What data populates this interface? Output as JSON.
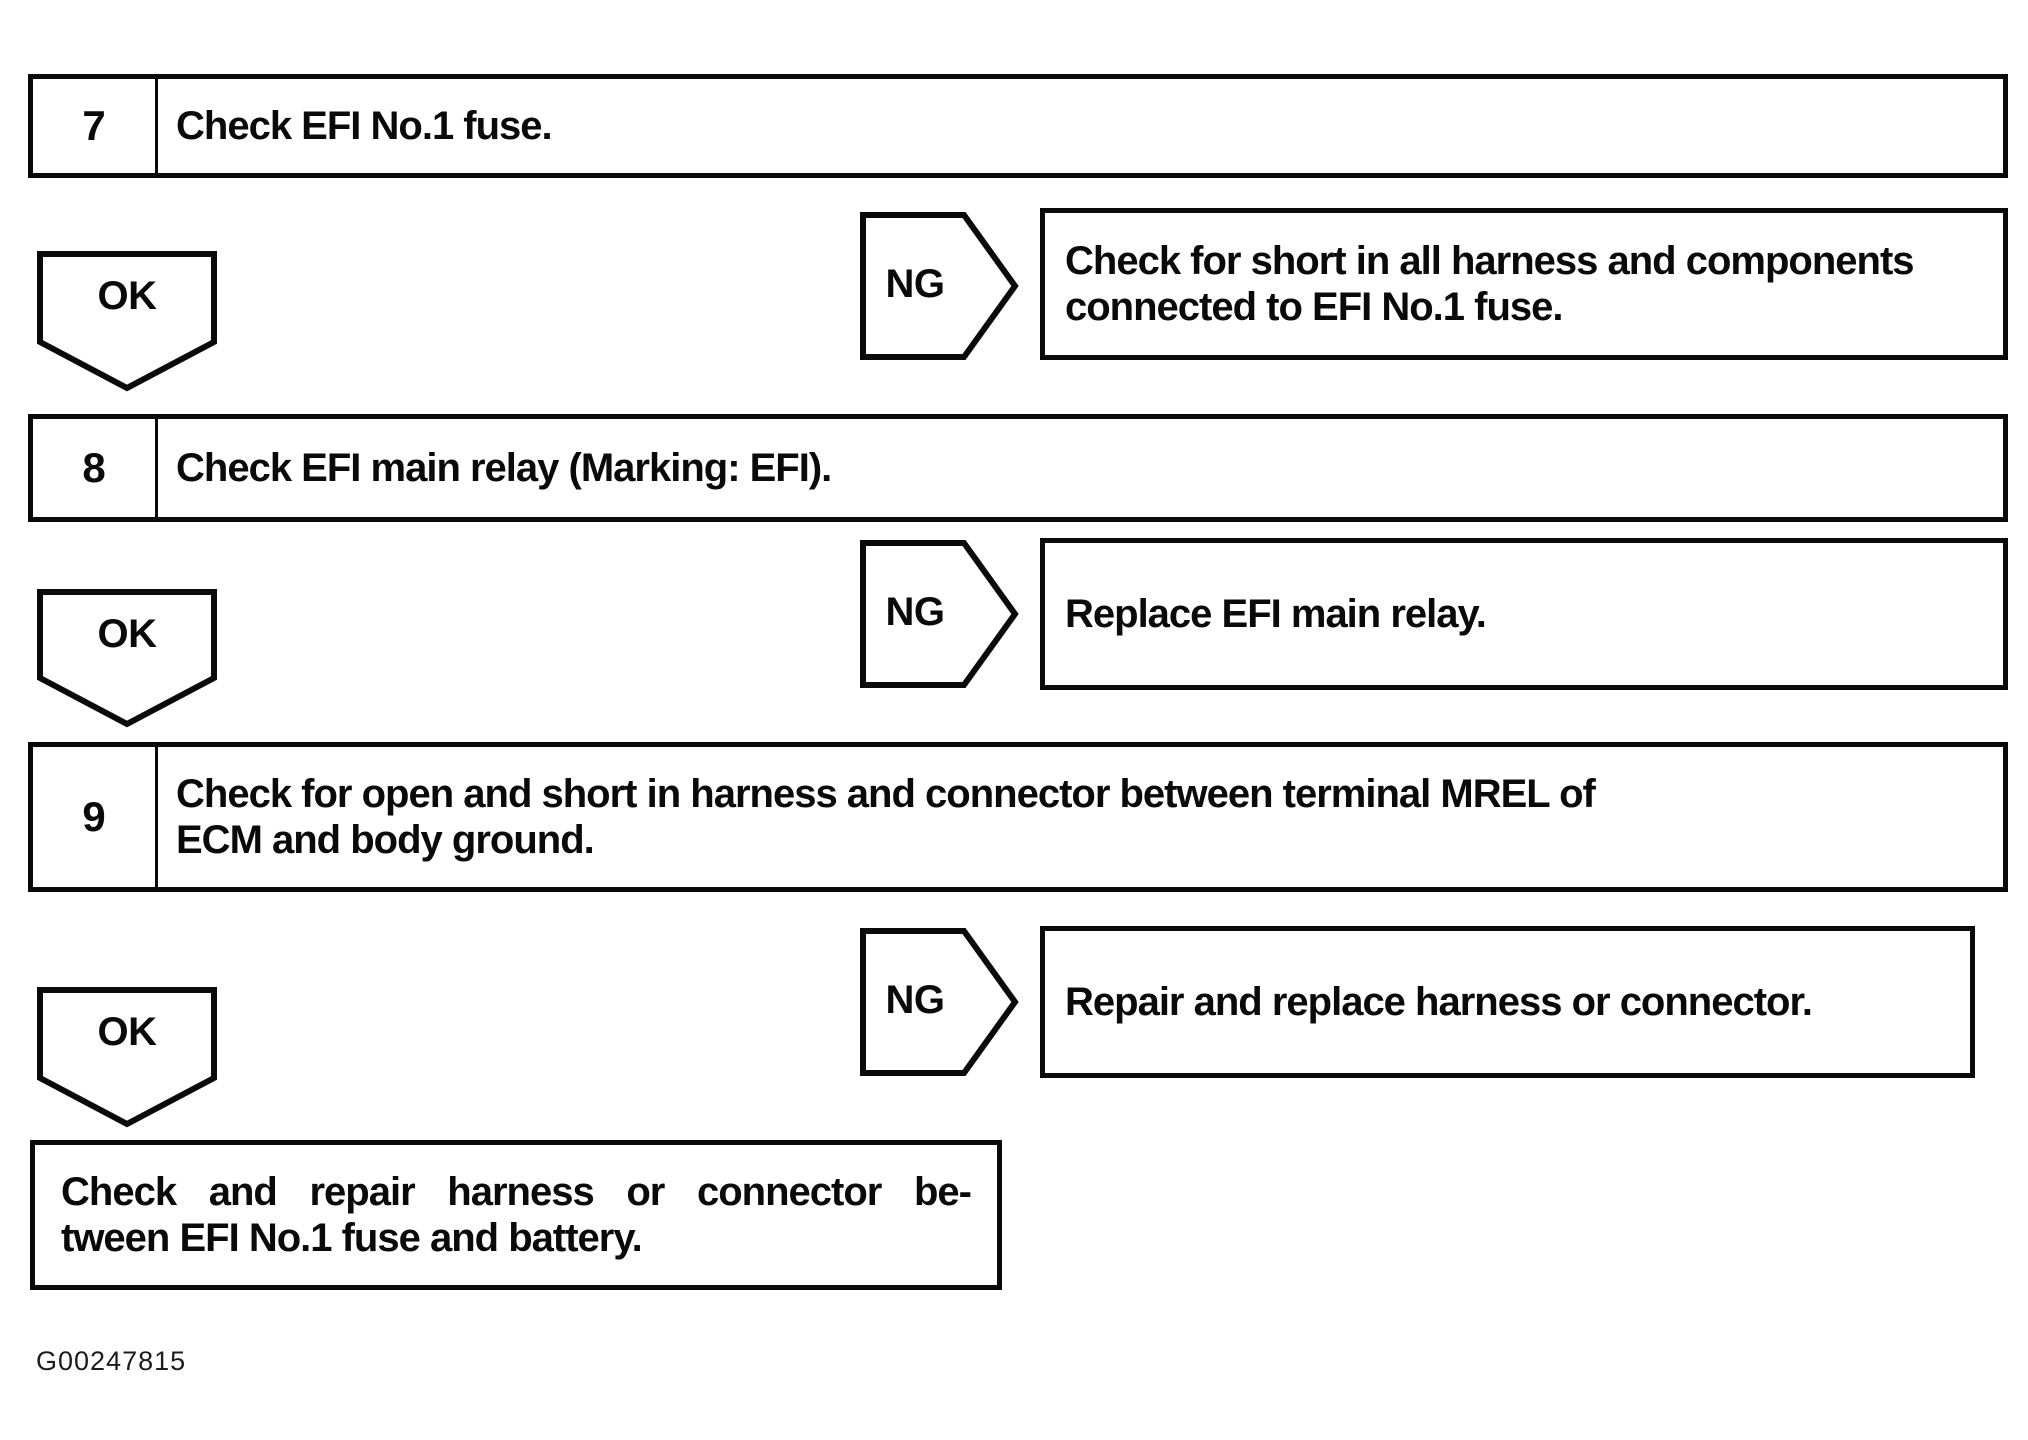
{
  "page": {
    "background": "#ffffff",
    "line_color": "#0a0a0a",
    "figure_code": "G00247815"
  },
  "flowchart": {
    "ok_label": "OK",
    "ng_label": "NG",
    "steps": [
      {
        "number": "7",
        "lines": [
          "Check EFI No.1 fuse."
        ]
      },
      {
        "number": "8",
        "lines": [
          "Check EFI main relay (Marking: EFI)."
        ]
      },
      {
        "number": "9",
        "lines": [
          "Check for open and short in harness and connector between terminal MREL of",
          "ECM and body ground."
        ]
      }
    ],
    "ng_results": [
      {
        "lines": [
          "Check for short in all harness and components",
          "connected to EFI No.1 fuse."
        ]
      },
      {
        "lines": [
          "Replace EFI main relay."
        ]
      },
      {
        "lines": [
          "Repair and replace harness or connector."
        ]
      }
    ],
    "final_action": {
      "lines": [
        "Check and repair harness or connector be-",
        "tween EFI No.1 fuse and battery."
      ]
    }
  }
}
